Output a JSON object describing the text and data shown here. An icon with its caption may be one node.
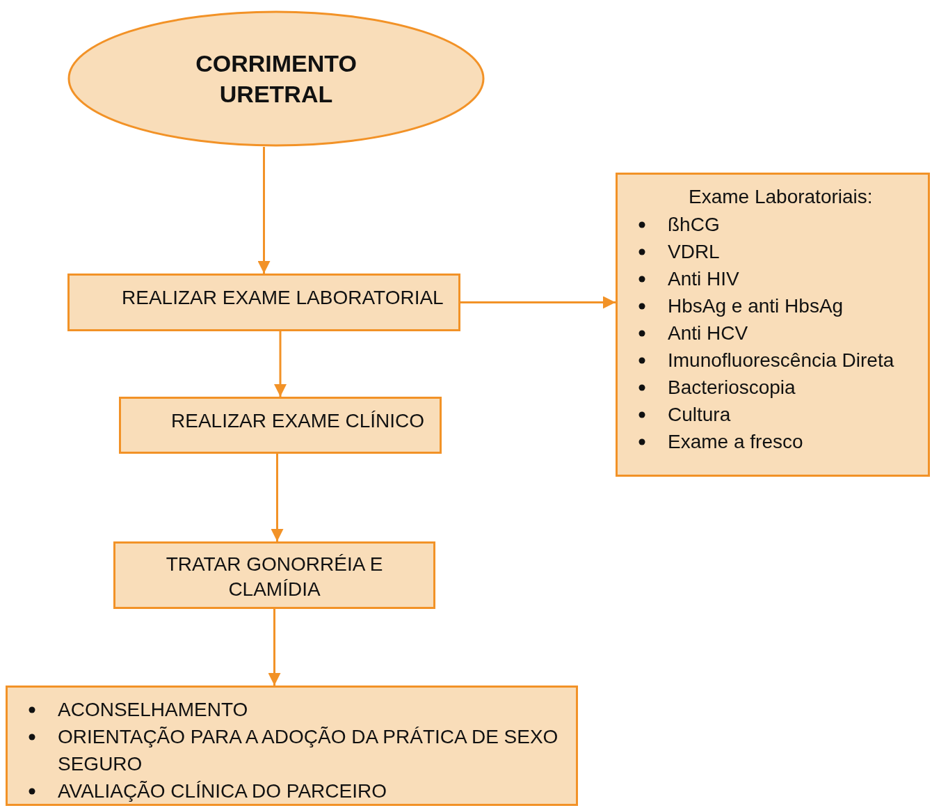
{
  "diagram": {
    "nodes": [
      {
        "text": [
          "CORRIMENTO URETRAL"
        ]
      },
      {
        "text": [
          "REALIZAR EXAME LABORATORIAL"
        ]
      },
      {
        "text": [
          "REALIZAR EXAME CLÍNICO"
        ]
      },
      {
        "text": [
          "TRATAR GONORRÉIA E CLAMÍDIA"
        ]
      },
      {
        "text": [
          "Exame Laboratoriais:",
          "ßhCG",
          "VDRL",
          "Anti HIV",
          "HbsAg e anti HbsAg",
          "Anti HCV",
          "Imunofluorescência Direta",
          "Bacterioscopia",
          "Cultura",
          "Exame a fresco"
        ]
      },
      {
        "text": [
          "ACONSELHAMENTO",
          "ORIENTAÇÃO PARA A ADOÇÃO DA PRÁTICA DE SEXO SEGURO",
          "AVALIAÇÃO CLÍNICA DO PARCEIRO"
        ]
      }
    ],
    "edges": [
      {
        "from": 0,
        "to": 1,
        "arrow": "to"
      },
      {
        "from": 1,
        "to": 4,
        "arrow": "to"
      },
      {
        "from": 1,
        "to": 2,
        "arrow": "to"
      },
      {
        "from": 2,
        "to": 3,
        "arrow": "to"
      },
      {
        "from": 3,
        "to": 5,
        "arrow": "to"
      }
    ]
  }
}
